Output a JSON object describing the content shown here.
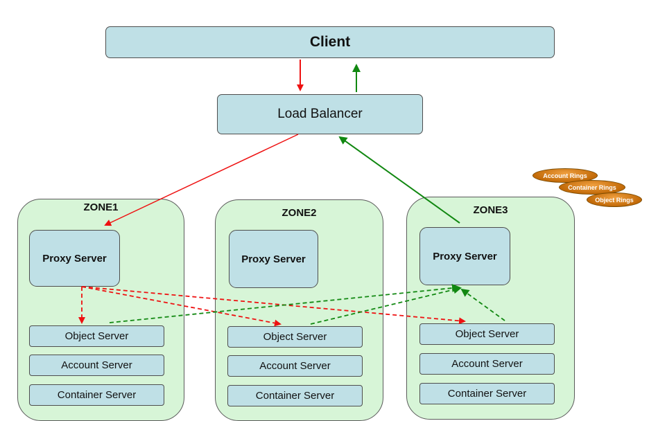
{
  "client": {
    "label": "Client"
  },
  "load_balancer": {
    "label": "Load Balancer"
  },
  "zones": [
    {
      "title": "ZONE1",
      "proxy": "Proxy Server",
      "servers": [
        "Object Server",
        "Account Server",
        "Container Server"
      ]
    },
    {
      "title": "ZONE2",
      "proxy": "Proxy Server",
      "servers": [
        "Object Server",
        "Account Server",
        "Container Server"
      ]
    },
    {
      "title": "ZONE3",
      "proxy": "Proxy Server",
      "servers": [
        "Object Server",
        "Account Server",
        "Container Server"
      ]
    }
  ],
  "rings": [
    "Account Rings",
    "Container Rings",
    "Object Rings"
  ],
  "colors": {
    "request": "#ee1111",
    "response": "#118811",
    "box": "#bfe0e6",
    "zone": "#d7f5d7",
    "ring": "#d98a1e"
  }
}
